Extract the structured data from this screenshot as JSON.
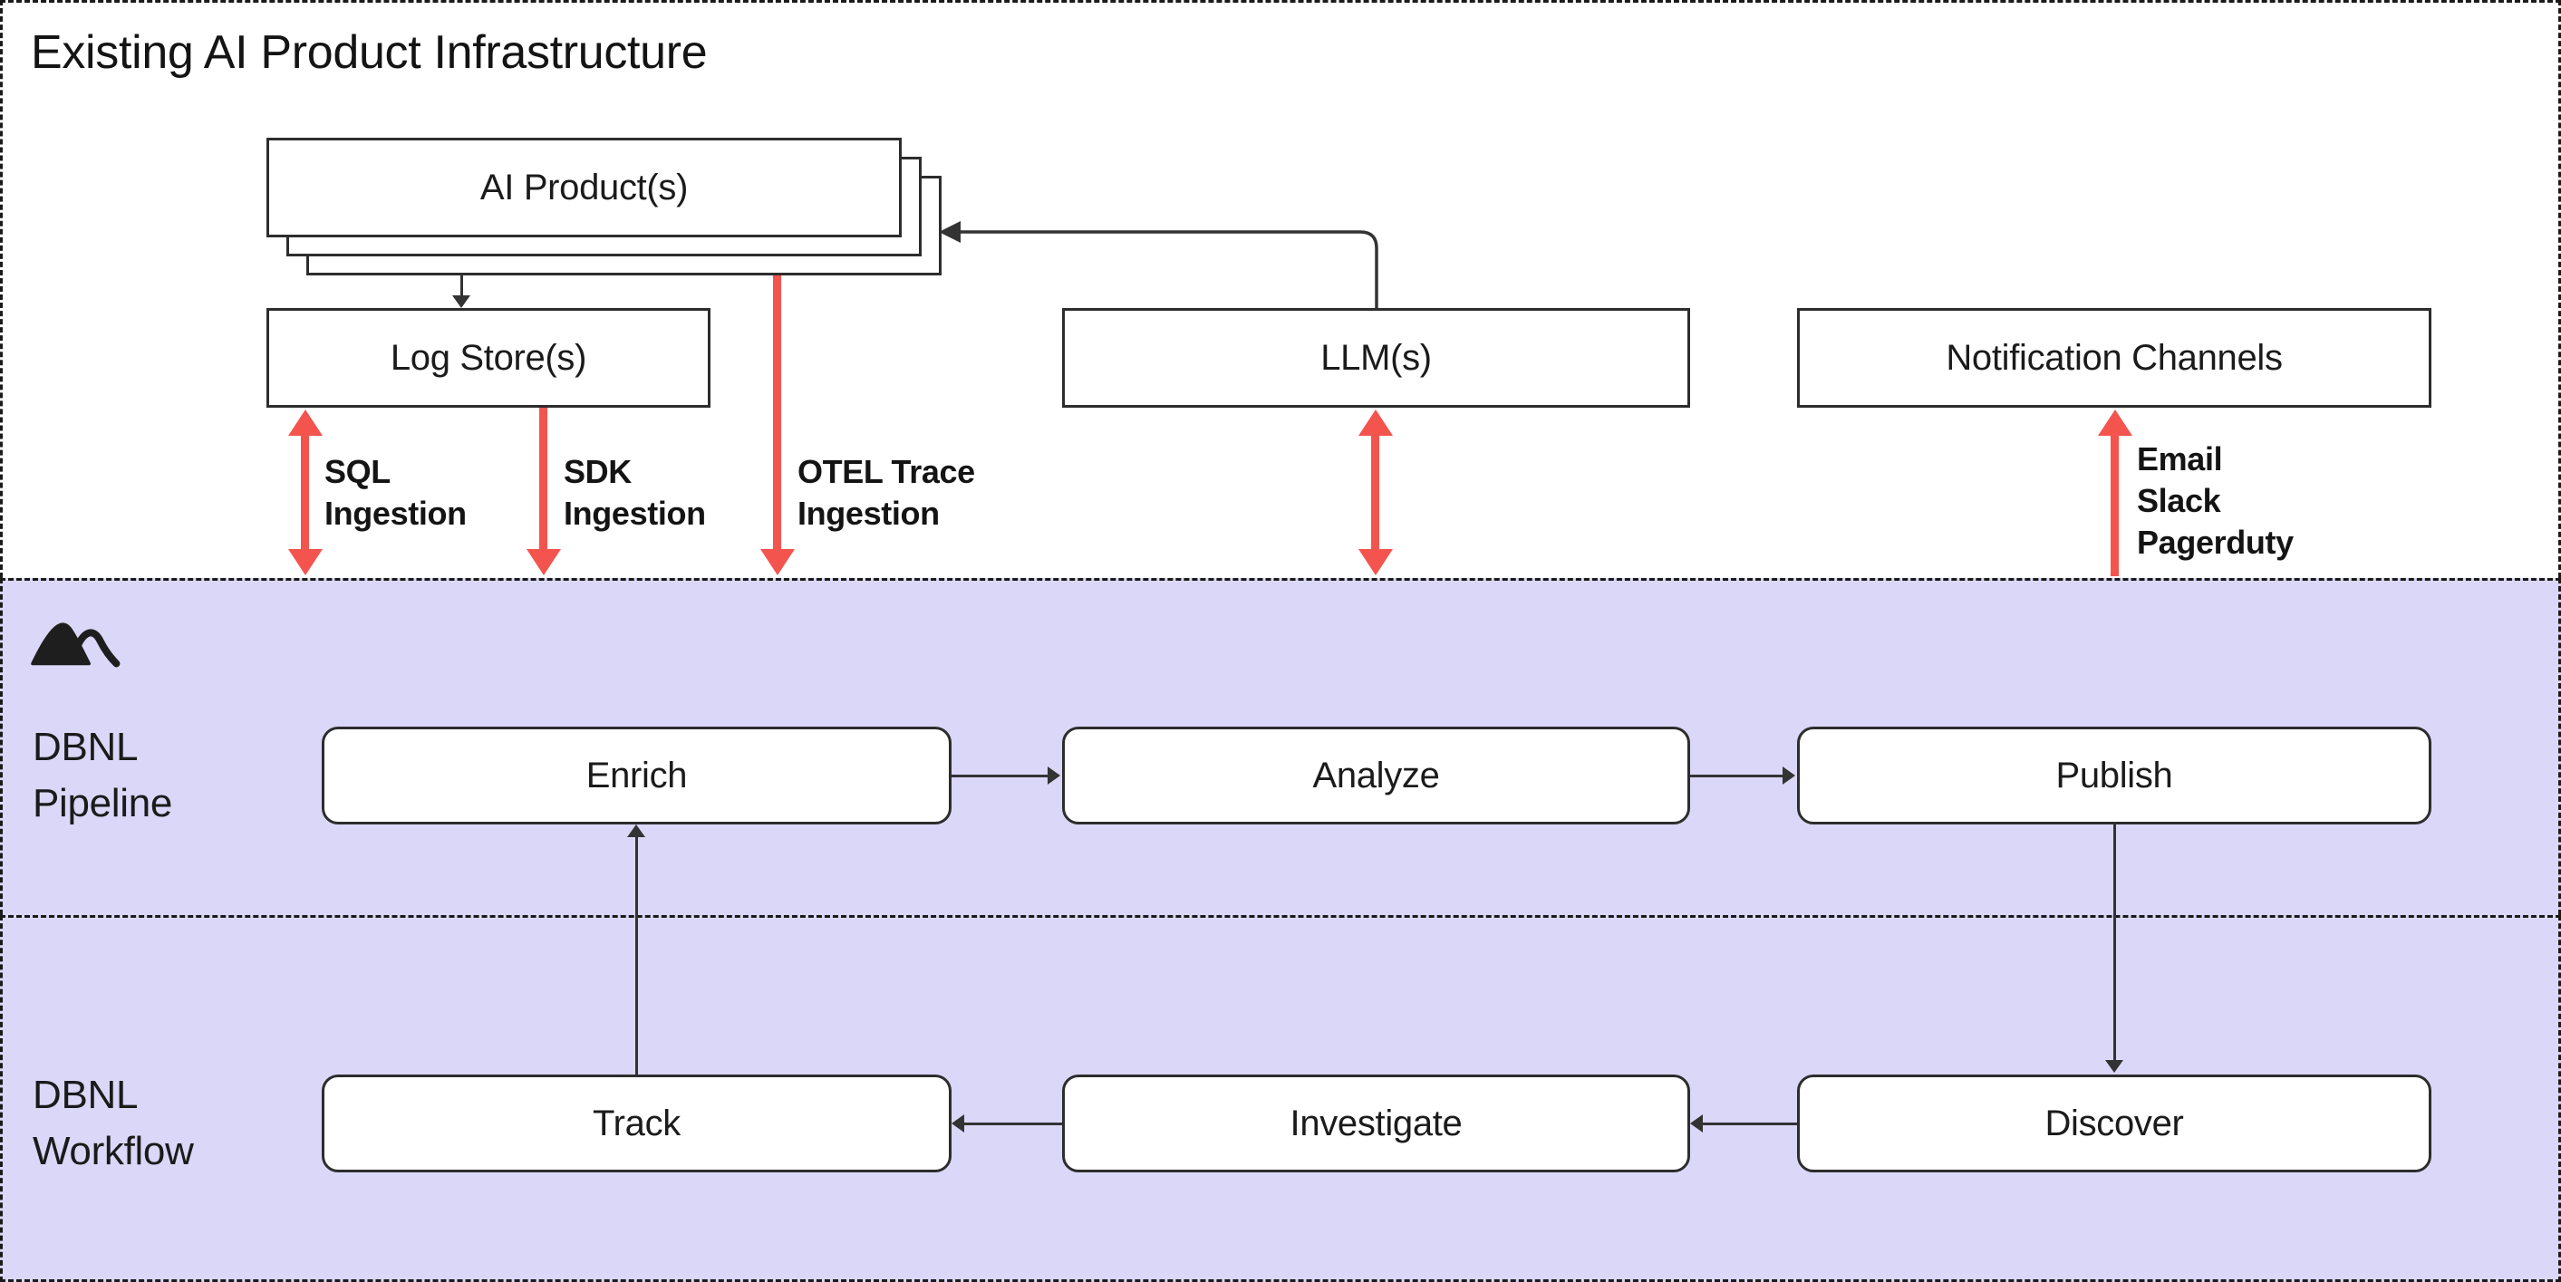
{
  "colors": {
    "accent_red": "#f4544e",
    "section_background": "#dbd7f8",
    "line": "#333333",
    "box_background": "#ffffff",
    "text": "#1b1b1b"
  },
  "infrastructure": {
    "title": "Existing AI Product Infrastructure",
    "nodes": {
      "ai_products": "AI Product(s)",
      "log_store": "Log Store(s)",
      "llm": "LLM(s)",
      "notification_channels": "Notification Channels"
    },
    "ingestion_labels": {
      "sql": [
        "SQL",
        "Ingestion"
      ],
      "sdk": [
        "SDK",
        "Ingestion"
      ],
      "otel": [
        "OTEL Trace",
        "Ingestion"
      ]
    },
    "notification_labels": [
      "Email",
      "Slack",
      "Pagerduty"
    ]
  },
  "pipeline": {
    "label_lines": [
      "DBNL",
      "Pipeline"
    ],
    "icon": "mountains-icon",
    "steps": [
      "Enrich",
      "Analyze",
      "Publish"
    ]
  },
  "workflow": {
    "label_lines": [
      "DBNL",
      "Workflow"
    ],
    "steps": [
      "Track",
      "Investigate",
      "Discover"
    ]
  }
}
